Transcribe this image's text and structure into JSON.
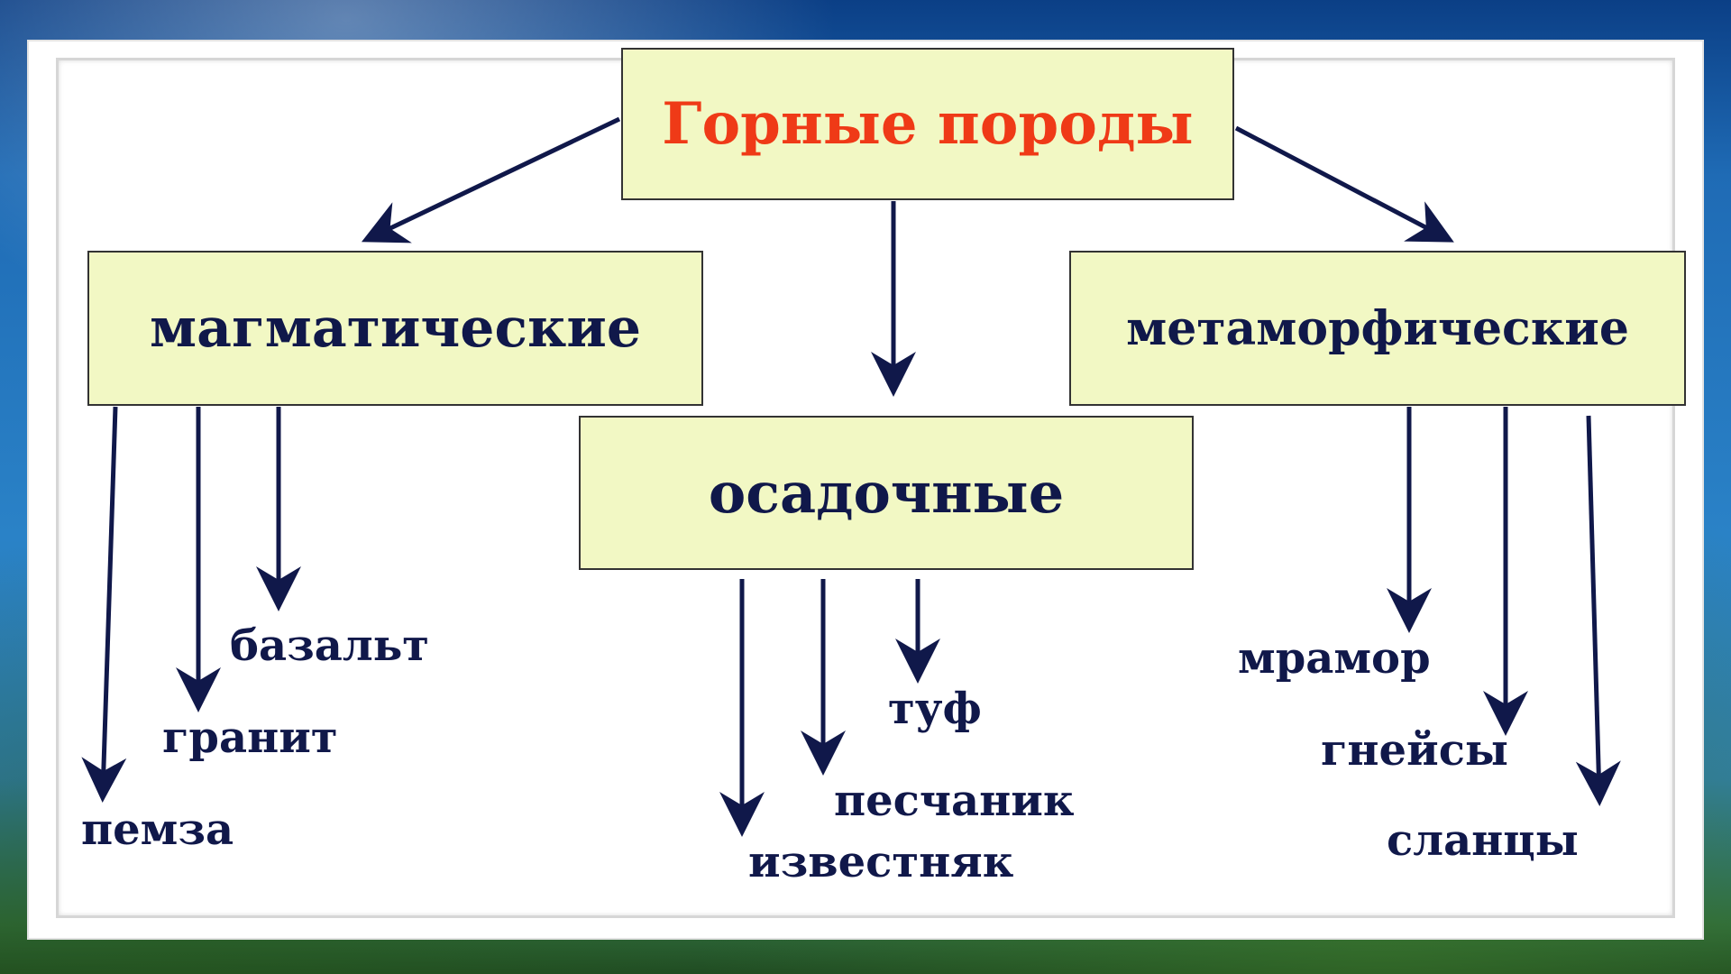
{
  "diagram": {
    "root": {
      "label": "Горные породы",
      "color": "#ef3a17"
    },
    "categories": [
      {
        "id": "magmatic",
        "label": "магматические",
        "examples": [
          "базальт",
          "гранит",
          "пемза"
        ]
      },
      {
        "id": "sedimentary",
        "label": "осадочные",
        "examples": [
          "туф",
          "песчаник",
          "известняк"
        ]
      },
      {
        "id": "metamorphic",
        "label": "метаморфические",
        "examples": [
          "мрамор",
          "гнейсы",
          "сланцы"
        ]
      }
    ],
    "colors": {
      "box_fill": "#f2f8c4",
      "text": "#10184a",
      "arrows": "#10184a"
    }
  }
}
